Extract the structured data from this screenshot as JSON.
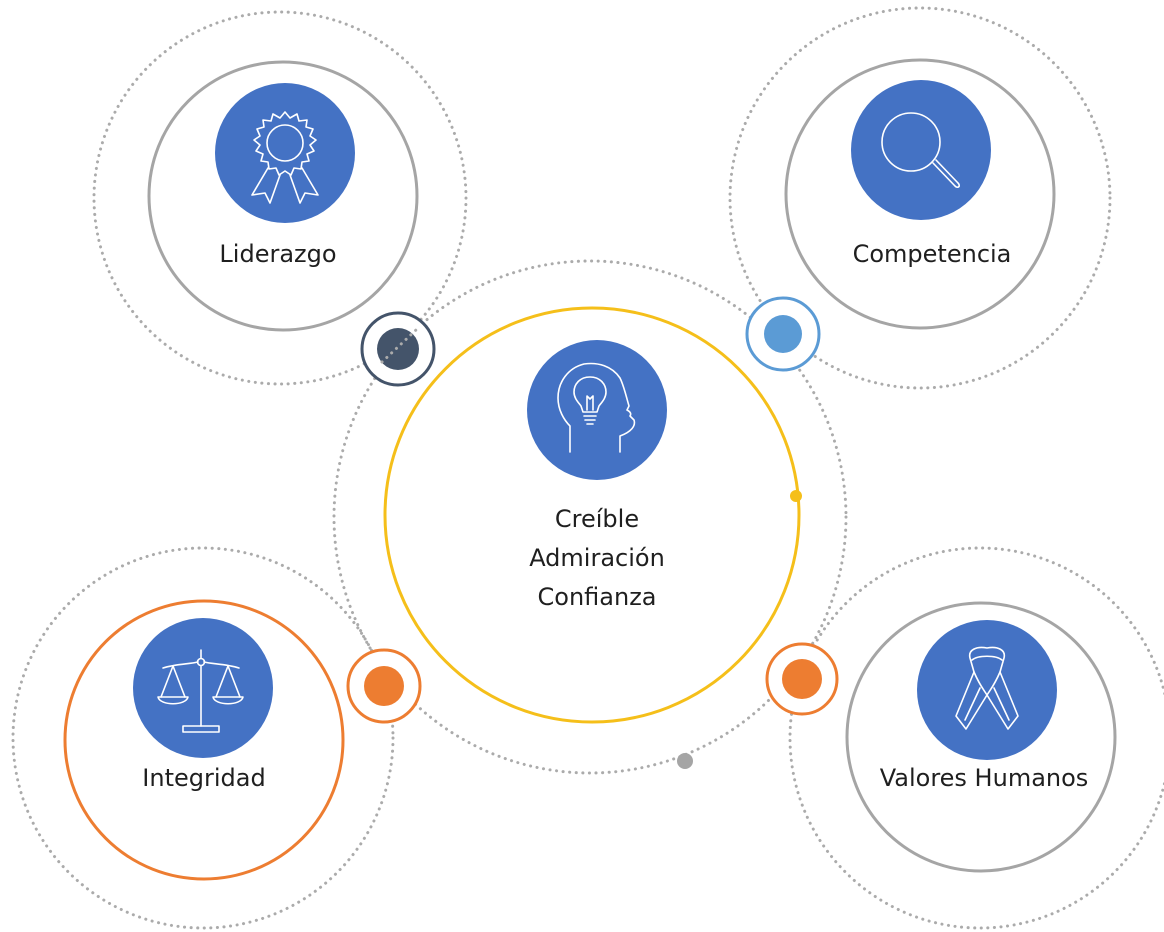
{
  "diagram": {
    "center": {
      "lines": [
        "Creíble",
        "Admiración",
        "Confianza"
      ],
      "icon": "head-lightbulb-icon",
      "ring_color": "#f5bf1a"
    },
    "nodes": [
      {
        "id": "liderazgo",
        "label": "Liderazgo",
        "icon": "award-ribbon-icon",
        "ring_color": "#a5a5a5",
        "connector_color": "#44546a"
      },
      {
        "id": "competencia",
        "label": "Competencia",
        "icon": "magnifier-icon",
        "ring_color": "#a5a5a5",
        "connector_color": "#5b9bd5"
      },
      {
        "id": "integridad",
        "label": "Integridad",
        "icon": "scales-icon",
        "ring_color": "#ed7d31",
        "connector_color": "#ed7d31"
      },
      {
        "id": "valores",
        "label": "Valores Humanos",
        "icon": "awareness-ribbon-icon",
        "ring_color": "#a5a5a5",
        "connector_color": "#ed7d31"
      }
    ],
    "colors": {
      "icon_fill": "#4472c4",
      "dotted": "#ababab",
      "text": "#1f1f1f"
    }
  }
}
